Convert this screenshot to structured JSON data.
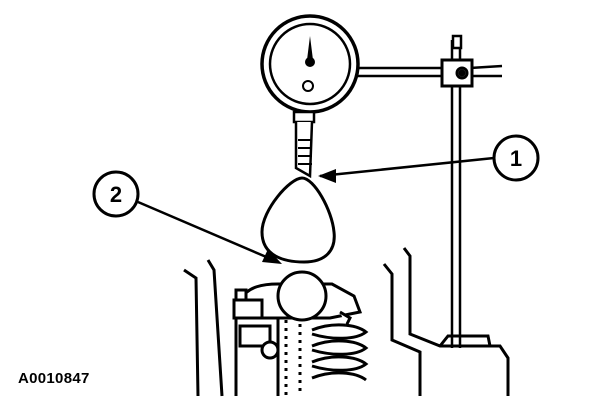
{
  "figure": {
    "id": "A0010847"
  },
  "callouts": [
    {
      "number": "1"
    },
    {
      "number": "2"
    }
  ]
}
